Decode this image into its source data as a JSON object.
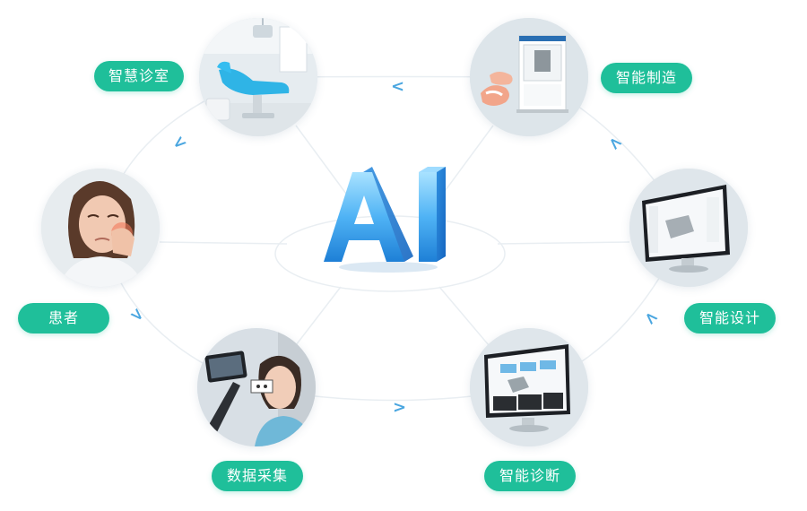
{
  "center": {
    "text": "AI"
  },
  "nodes": [
    {
      "id": "smart-clinic",
      "label": "智慧诊室"
    },
    {
      "id": "smart-manufacturing",
      "label": "智能制造"
    },
    {
      "id": "patient",
      "label": "患者"
    },
    {
      "id": "smart-design",
      "label": "智能设计"
    },
    {
      "id": "data-collection",
      "label": "数据采集"
    },
    {
      "id": "smart-diagnosis",
      "label": "智能诊断"
    }
  ],
  "colors": {
    "pill": "#1fbf9a",
    "arrow": "#4aa6e0",
    "logo_top": "#7fd0ff",
    "logo_bottom": "#1e88e5"
  },
  "icons": [
    "dental-chair-icon",
    "milling-machine-icon",
    "patient-toothache-icon",
    "monitor-design-icon",
    "face-scan-icon",
    "monitor-diagnosis-icon"
  ]
}
